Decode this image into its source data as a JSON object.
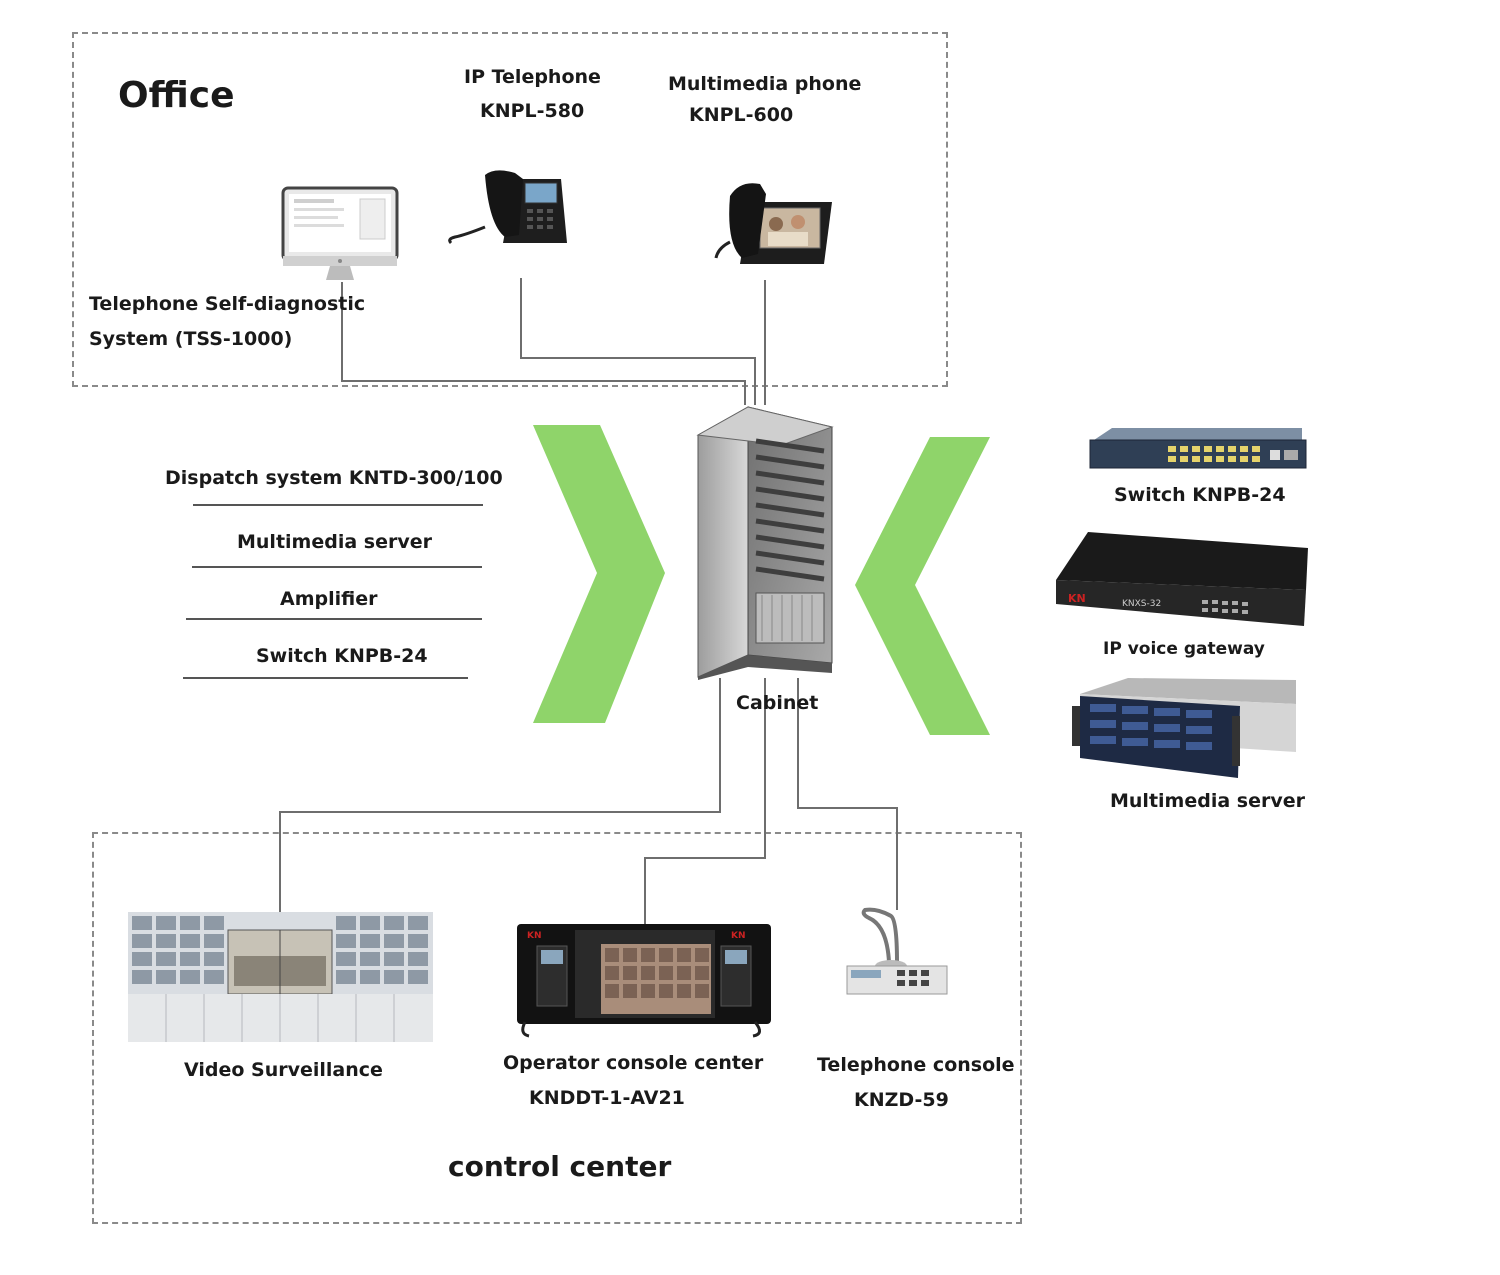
{
  "office": {
    "title": "Office",
    "tss_label_1": "Telephone Self-diagnostic",
    "tss_label_2": "System (TSS-1000)",
    "ip_phone_label_1": "IP Telephone",
    "ip_phone_label_2": "KNPL-580",
    "mm_phone_label_1": "Multimedia phone",
    "mm_phone_label_2": "KNPL-600"
  },
  "cabinet": {
    "label": "Cabinet"
  },
  "left_list": [
    "Dispatch system KNTD-300/100",
    "Multimedia server",
    "Amplifier",
    "Switch KNPB-24"
  ],
  "right_devices": {
    "switch_label": "Switch KNPB-24",
    "gateway_label": "IP voice gateway",
    "gateway_model": "KNXS-32",
    "server_label": "Multimedia server"
  },
  "control_center": {
    "title": "control center",
    "video_label": "Video Surveillance",
    "operator_label_1": "Operator console center",
    "operator_label_2": "KNDDT-1-AV21",
    "tel_console_label_1": "Telephone console",
    "tel_console_label_2": "KNZD-59"
  },
  "colors": {
    "arrow_green": "#8fd46a",
    "connector": "#6e6e6e",
    "border_dash": "#8a8a8a"
  }
}
